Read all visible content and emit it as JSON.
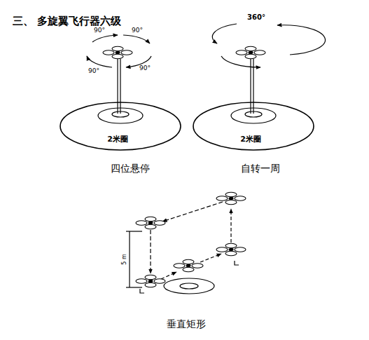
{
  "diagram": {
    "title": "三、 多旋翼飞行器六级",
    "labels": [
      "90°",
      "90°",
      "90°",
      "90°",
      "2米圈",
      "四位悬停",
      "360°",
      "2米圈",
      "自转一周",
      "5 m",
      "垂直矩形"
    ]
  }
}
